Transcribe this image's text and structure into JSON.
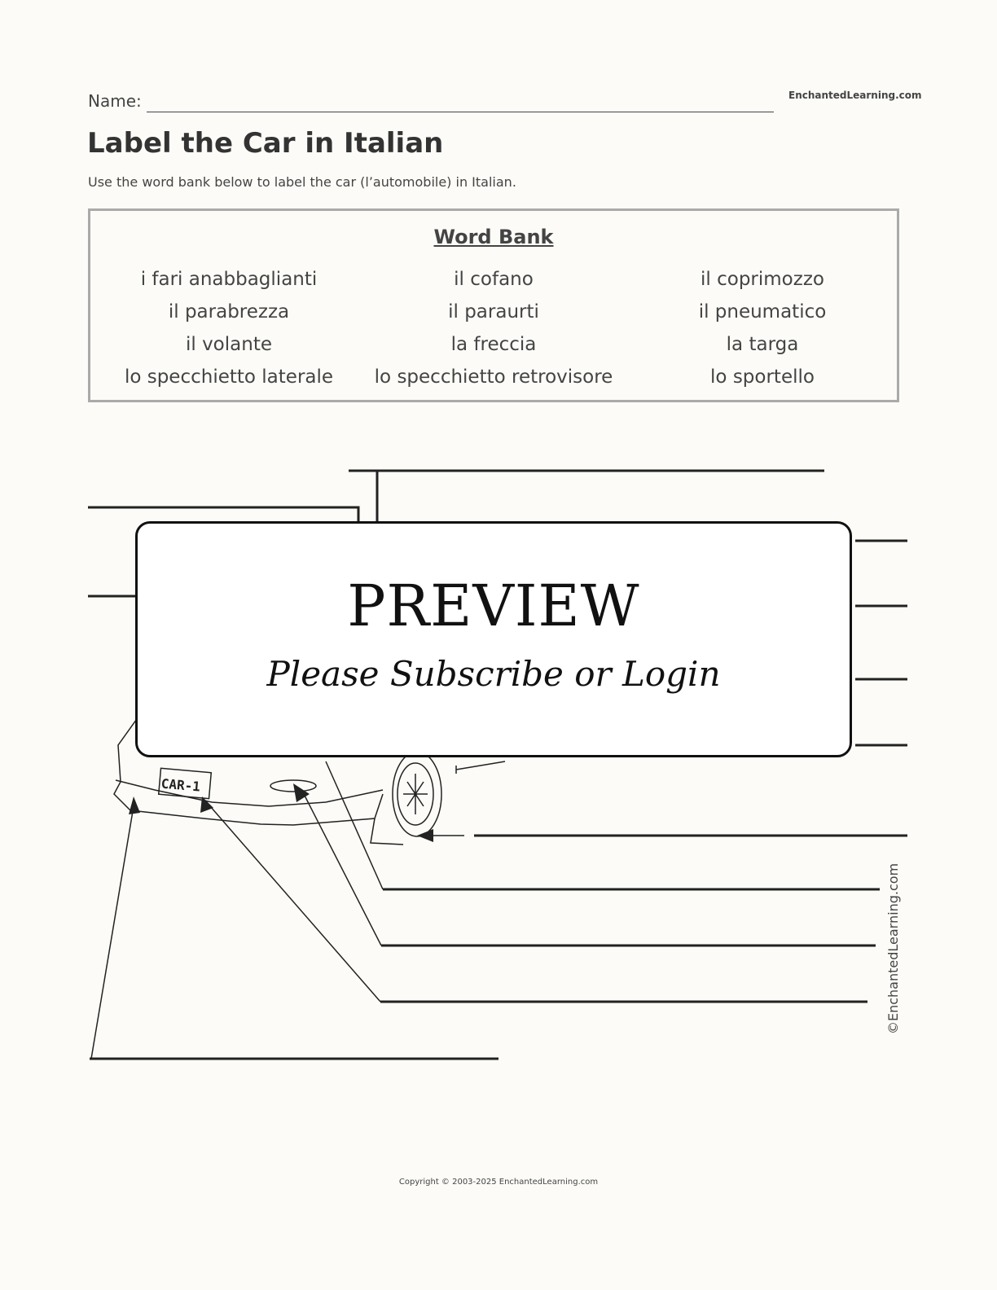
{
  "header": {
    "name_label": "Name:",
    "site": "EnchantedLearning.com"
  },
  "title": "Label the Car in Italian",
  "instructions": "Use the word bank below to label the car (l’automobile) in Italian.",
  "word_bank": {
    "title": "Word Bank",
    "columns": [
      [
        "i fari anabbaglianti",
        "il parabrezza",
        "il volante",
        "lo specchietto laterale"
      ],
      [
        "il cofano",
        "il paraurti",
        "la freccia",
        "lo specchietto retrovisore"
      ],
      [
        "il coprimozzo",
        "il pneumatico",
        "la targa",
        "lo sportello"
      ]
    ]
  },
  "diagram": {
    "plate_text": "CAR-1",
    "vertical_credit": "©EnchantedLearning.com"
  },
  "preview": {
    "title": "PREVIEW",
    "subtitle": "Please Subscribe or Login"
  },
  "footer": {
    "copyright": "Copyright © 2003-2025 EnchantedLearning.com"
  }
}
